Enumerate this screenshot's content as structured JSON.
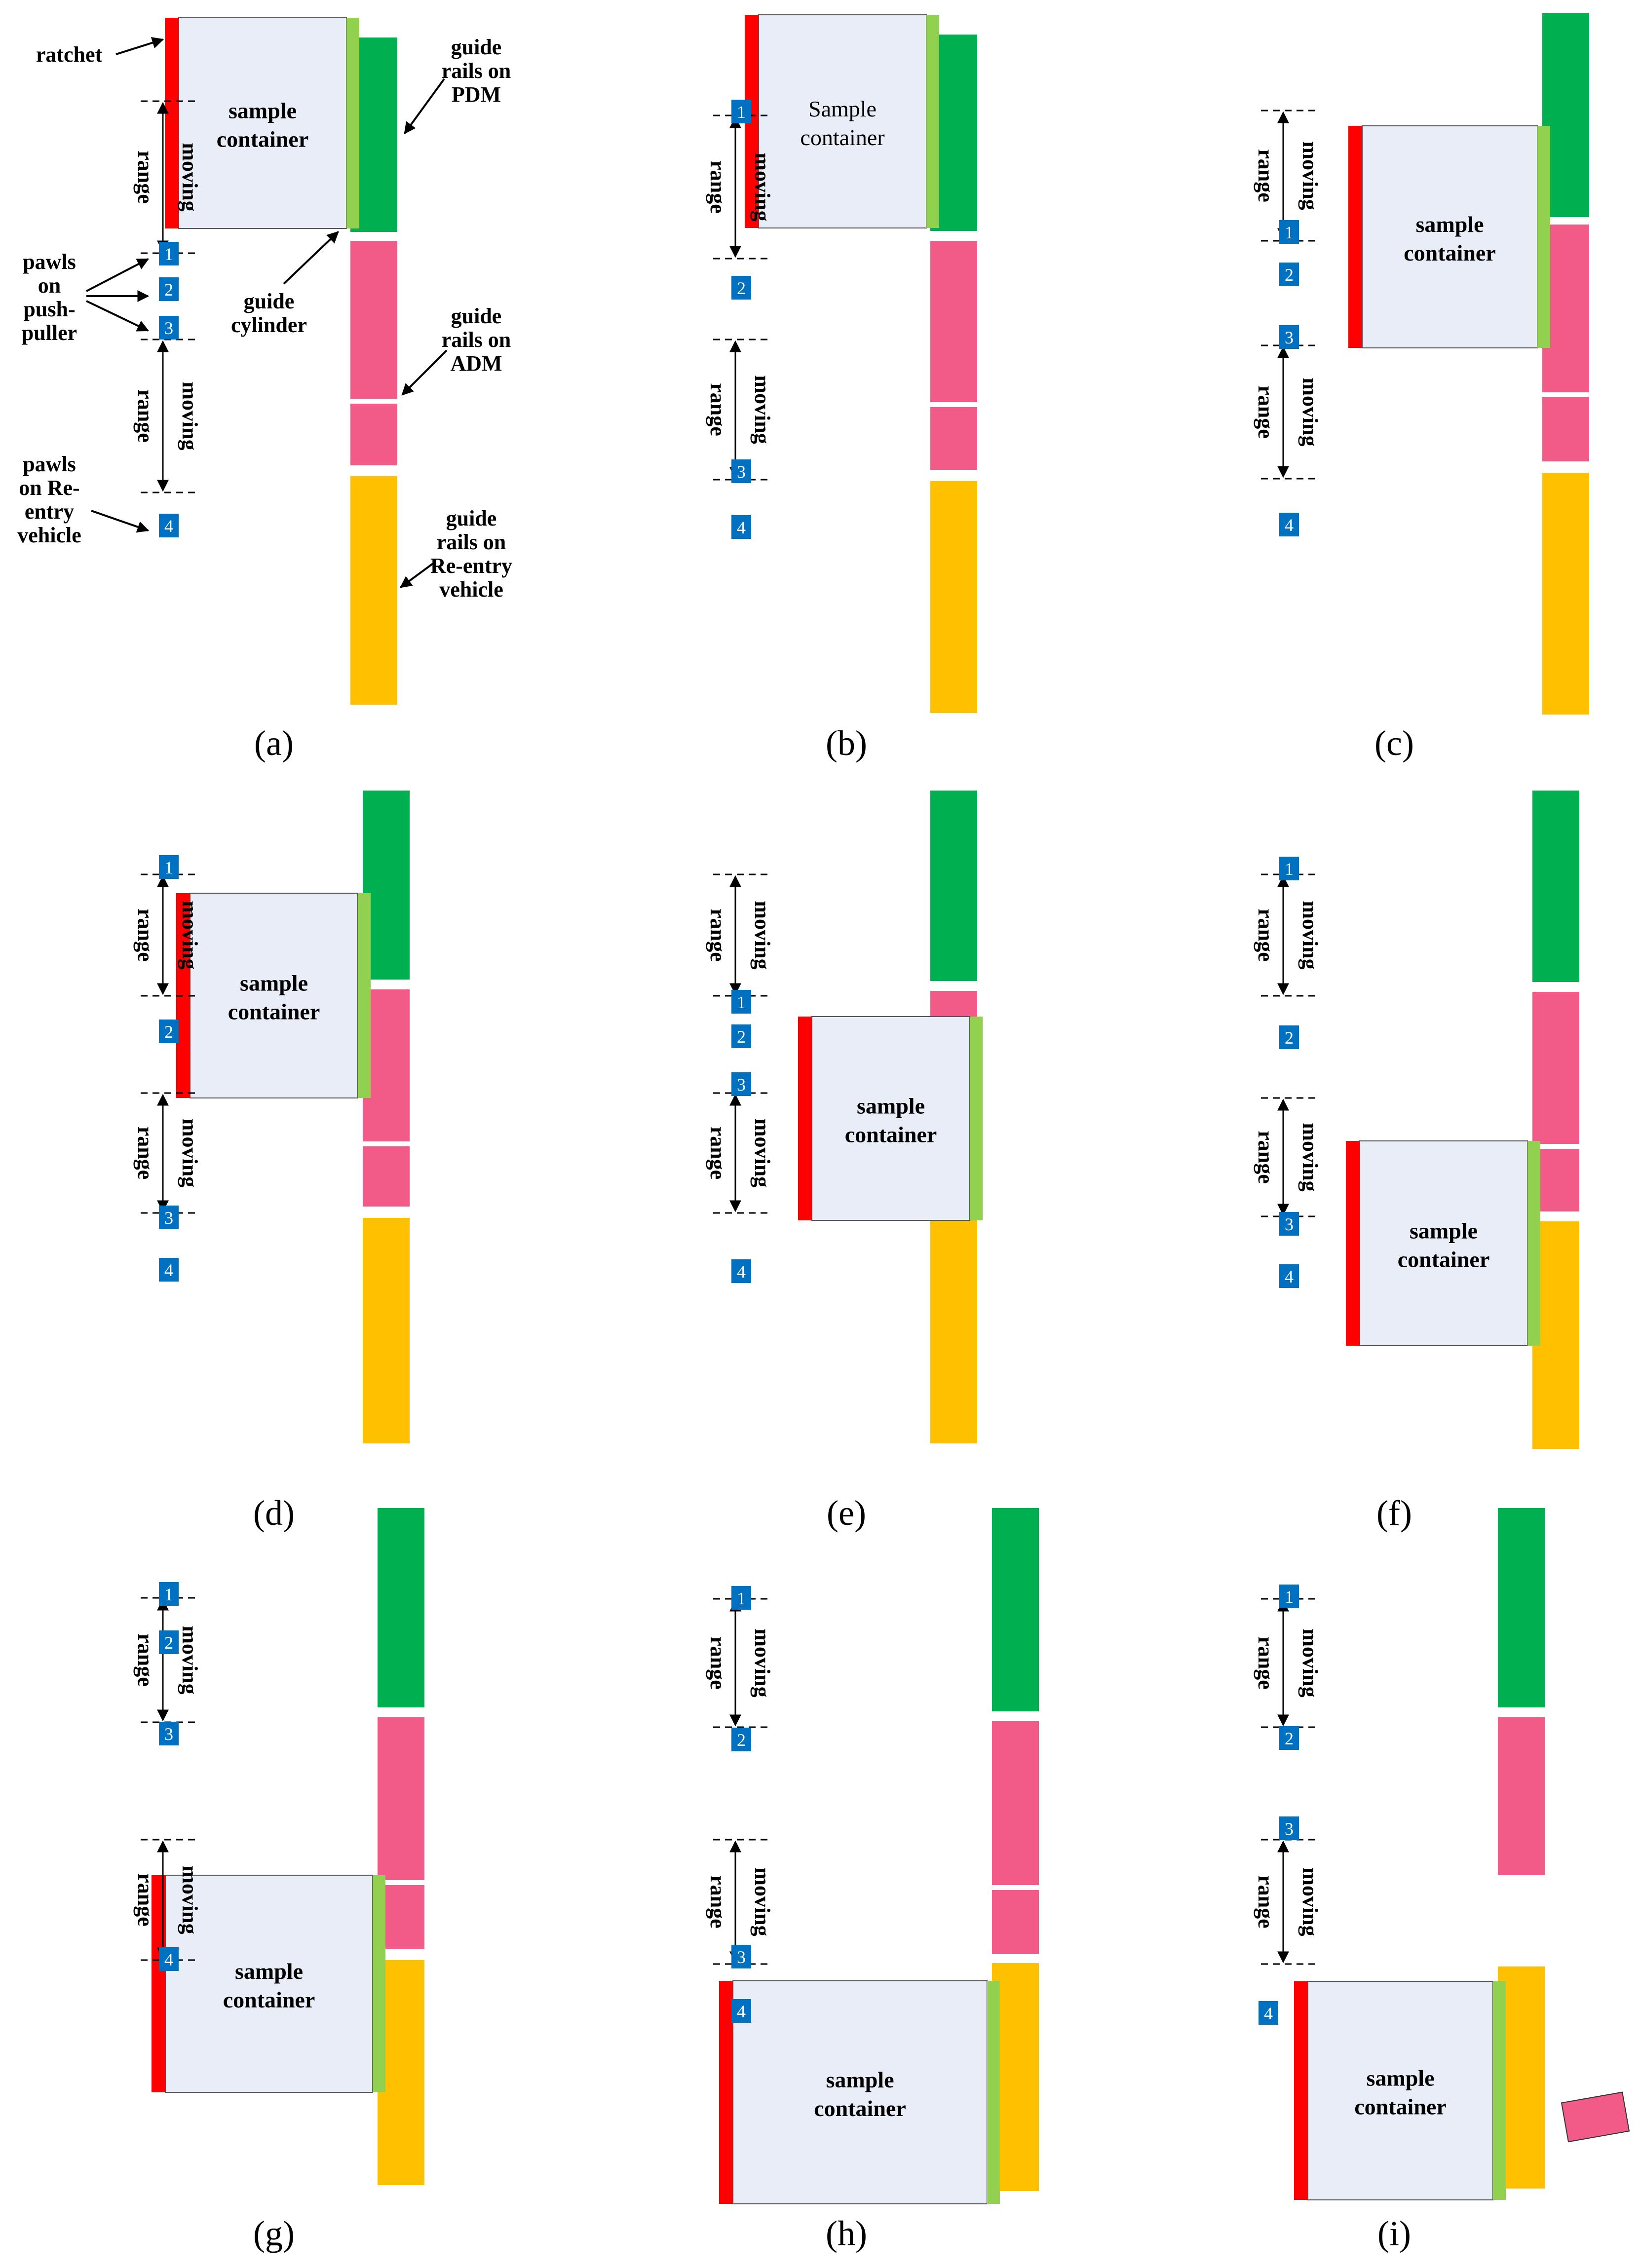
{
  "colors": {
    "ratchet": "#ff0000",
    "container": "#e8edf7",
    "guide_cylinder": "#92d050",
    "pdm_rail": "#00b050",
    "adm_rail": "#f25b87",
    "reentry_rail": "#ffc000",
    "pawl": "#0070c0"
  },
  "icons": {
    "pawl": "blue-square-pawl-icon",
    "arrow": "black-arrow-icon"
  },
  "labels": {
    "ratchet": "ratchet",
    "moving": "moving",
    "range": "range",
    "pawls_push": [
      "pawls",
      "on",
      "push-",
      "puller"
    ],
    "pawls_reentry": [
      "pawls",
      "on Re-",
      "entry",
      "vehicle"
    ],
    "guide_cylinder": [
      "guide",
      "cylinder"
    ],
    "rails_pdm": [
      "guide",
      "rails on",
      "PDM"
    ],
    "rails_adm": [
      "guide",
      "rails on",
      "ADM"
    ],
    "rails_reentry": [
      "guide",
      "rails on",
      "Re-entry",
      "vehicle"
    ]
  },
  "pawl_numbers": [
    "1",
    "2",
    "3",
    "4"
  ],
  "container_text": {
    "default": [
      "sample",
      "container"
    ],
    "panel_b": [
      "Sample",
      "container"
    ]
  },
  "panels": [
    {
      "id": "a",
      "caption": "(a)",
      "container_style": "default"
    },
    {
      "id": "b",
      "caption": "(b)",
      "container_style": "panel_b"
    },
    {
      "id": "c",
      "caption": "(c)",
      "container_style": "default"
    },
    {
      "id": "d",
      "caption": "(d)",
      "container_style": "default"
    },
    {
      "id": "e",
      "caption": "(e)",
      "container_style": "default"
    },
    {
      "id": "f",
      "caption": "(f)",
      "container_style": "default"
    },
    {
      "id": "g",
      "caption": "(g)",
      "container_style": "default"
    },
    {
      "id": "h",
      "caption": "(h)",
      "container_style": "default"
    },
    {
      "id": "i",
      "caption": "(i)",
      "container_style": "default"
    }
  ]
}
